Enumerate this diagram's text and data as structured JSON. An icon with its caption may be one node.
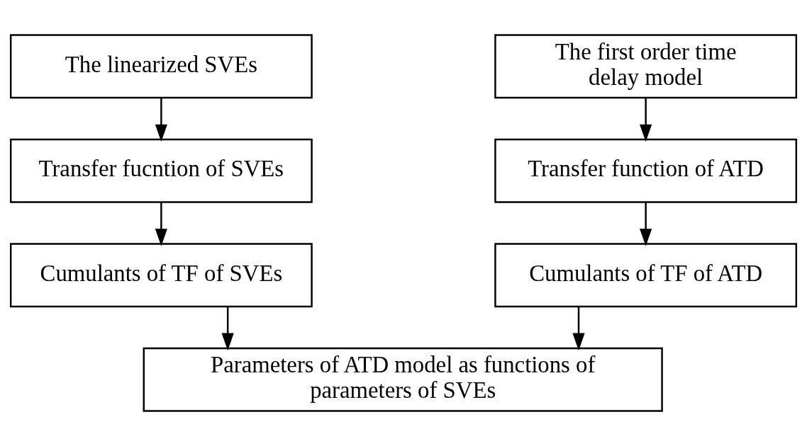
{
  "diagram": {
    "nodes": [
      {
        "text": [
          "The linearized SVEs"
        ]
      },
      {
        "text": [
          "The first order time delay model"
        ]
      },
      {
        "text": [
          "Transfer fucntion of SVEs"
        ]
      },
      {
        "text": [
          "Transfer function of ATD"
        ]
      },
      {
        "text": [
          "Cumulants of TF of SVEs"
        ]
      },
      {
        "text": [
          "Cumulants of TF of ATD"
        ]
      },
      {
        "text": [
          "Parameters of ATD model as functions of parameters of SVEs"
        ]
      }
    ],
    "edges": [
      {
        "from": 0,
        "to": 2,
        "arrow": "to"
      },
      {
        "from": 2,
        "to": 4,
        "arrow": "to"
      },
      {
        "from": 1,
        "to": 3,
        "arrow": "to"
      },
      {
        "from": 3,
        "to": 5,
        "arrow": "to"
      },
      {
        "from": 4,
        "to": 6,
        "arrow": "to"
      },
      {
        "from": 5,
        "to": 6,
        "arrow": "to"
      }
    ]
  }
}
